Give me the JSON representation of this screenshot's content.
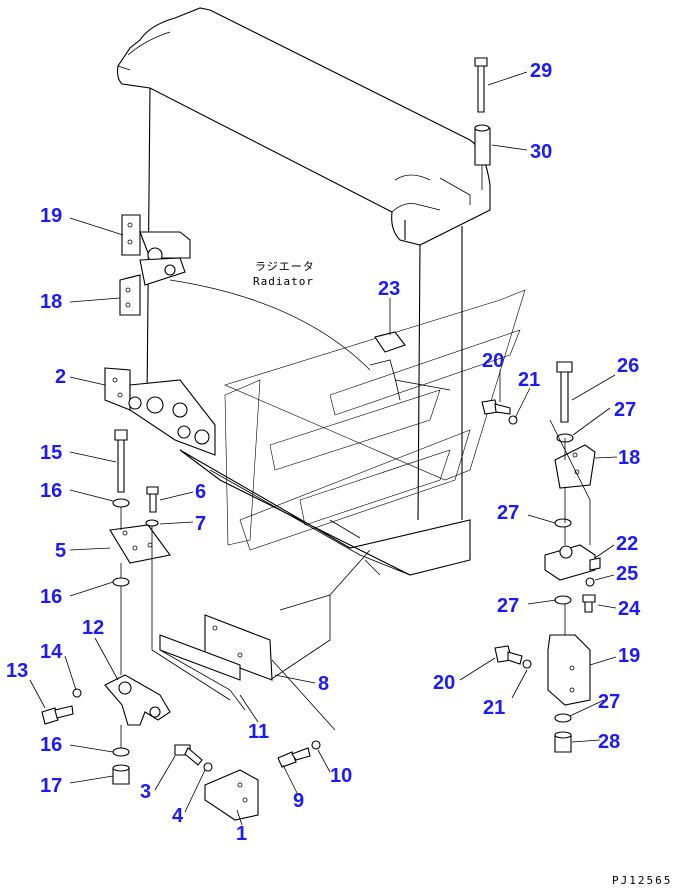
{
  "diagram": {
    "radiator_label_jp": "ラジエータ",
    "radiator_label_en": "Radiator",
    "drawing_number": "PJ12565",
    "callouts": [
      {
        "id": "c29",
        "text": "29"
      },
      {
        "id": "c30",
        "text": "30"
      },
      {
        "id": "c19a",
        "text": "19"
      },
      {
        "id": "c18a",
        "text": "18"
      },
      {
        "id": "c23",
        "text": "23"
      },
      {
        "id": "c2",
        "text": "2"
      },
      {
        "id": "c20a",
        "text": "20"
      },
      {
        "id": "c21a",
        "text": "21"
      },
      {
        "id": "c26",
        "text": "26"
      },
      {
        "id": "c27a",
        "text": "27"
      },
      {
        "id": "c15",
        "text": "15"
      },
      {
        "id": "c18b",
        "text": "18"
      },
      {
        "id": "c16a",
        "text": "16"
      },
      {
        "id": "c6",
        "text": "6"
      },
      {
        "id": "c7",
        "text": "7"
      },
      {
        "id": "c27b",
        "text": "27"
      },
      {
        "id": "c5",
        "text": "5"
      },
      {
        "id": "c22",
        "text": "22"
      },
      {
        "id": "c16b",
        "text": "16"
      },
      {
        "id": "c25",
        "text": "25"
      },
      {
        "id": "c27c",
        "text": "27"
      },
      {
        "id": "c24",
        "text": "24"
      },
      {
        "id": "c12",
        "text": "12"
      },
      {
        "id": "c19b",
        "text": "19"
      },
      {
        "id": "c13",
        "text": "13"
      },
      {
        "id": "c14",
        "text": "14"
      },
      {
        "id": "c8",
        "text": "8"
      },
      {
        "id": "c20b",
        "text": "20"
      },
      {
        "id": "c11",
        "text": "11"
      },
      {
        "id": "c21b",
        "text": "21"
      },
      {
        "id": "c27d",
        "text": "27"
      },
      {
        "id": "c16c",
        "text": "16"
      },
      {
        "id": "c28",
        "text": "28"
      },
      {
        "id": "c10",
        "text": "10"
      },
      {
        "id": "c17",
        "text": "17"
      },
      {
        "id": "c3",
        "text": "3"
      },
      {
        "id": "c9",
        "text": "9"
      },
      {
        "id": "c4",
        "text": "4"
      },
      {
        "id": "c1",
        "text": "1"
      }
    ]
  }
}
